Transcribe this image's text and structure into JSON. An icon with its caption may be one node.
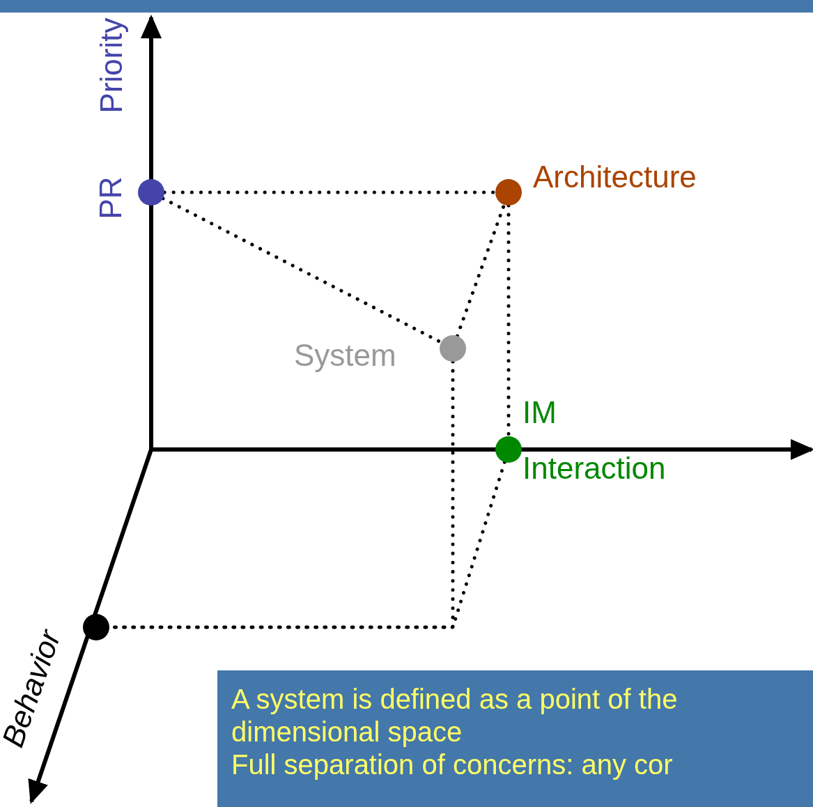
{
  "diagram": {
    "nodes": [
      {
        "text": [],
        "shape": "circle",
        "beside": [
          "PR"
        ]
      },
      {
        "text": [],
        "shape": "circle",
        "beside": [
          "Architecture"
        ]
      },
      {
        "text": [],
        "shape": "circle",
        "beside": [
          "System"
        ]
      },
      {
        "text": [],
        "shape": "circle",
        "beside": [
          "IM",
          "Interaction"
        ]
      },
      {
        "text": [],
        "shape": "circle"
      },
      {
        "text": [
          "A system is defined as a point of the dimensional space",
          "Full separation of concerns: any cor"
        ]
      }
    ],
    "edges": [
      {
        "from": 0,
        "to": 1,
        "arrow": "none"
      },
      {
        "from": 0,
        "to": 2,
        "arrow": "none"
      },
      {
        "from": 2,
        "to": 1,
        "arrow": "none"
      },
      {
        "from": 1,
        "to": 3,
        "arrow": "none"
      },
      {
        "from": 2,
        "to": 4,
        "arrow": "none"
      },
      {
        "from": 3,
        "to": 4,
        "arrow": "none"
      }
    ],
    "labels": [
      "Priority",
      "Behavior"
    ]
  }
}
